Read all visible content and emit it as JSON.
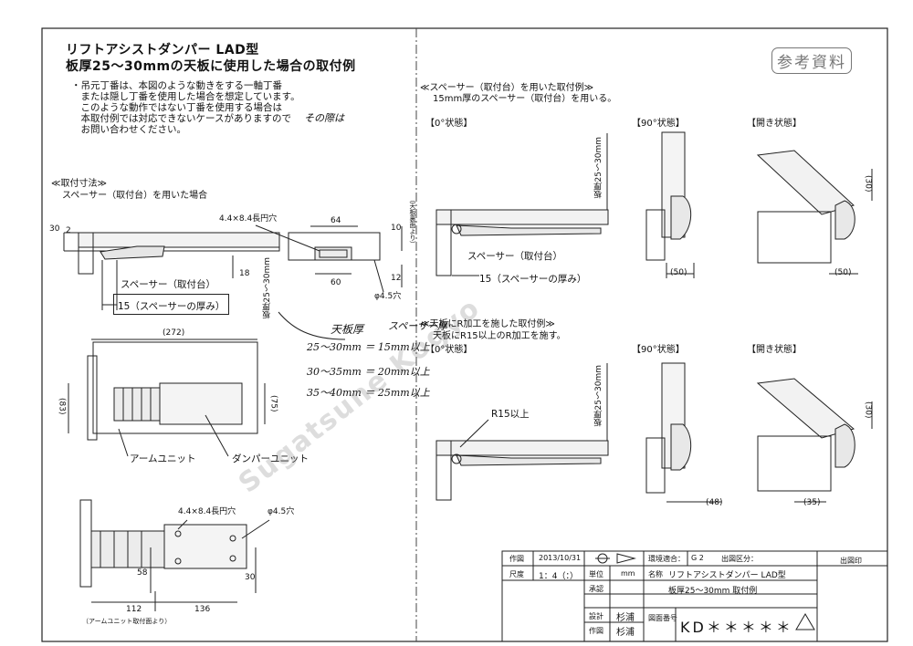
{
  "title": {
    "line1": "リフトアシストダンパー LAD型",
    "line2": "板厚25～30mmの天板に使用した場合の取付例"
  },
  "stamp": "参考資料",
  "notes": [
    "・吊元丁番は、本図のような動きをする一軸丁番",
    "　または隠し丁番を使用した場合を想定しています。",
    "　このような動作ではない丁番を使用する場合は",
    "　本取付例では対応できないケースがありますので",
    "　お問い合わせください。"
  ],
  "handwriting": {
    "note_add": "その際は",
    "header_left": "天板厚",
    "header_right": "スペーサー厚",
    "rows": [
      "25～30mm ＝ 15mm以上",
      "30～35mm ＝ 20mm以上",
      "35～40mm ＝ 25mm以上"
    ]
  },
  "watermark": "Sugatsune Kogyo",
  "left": {
    "section_title": "≪取付寸法≫",
    "section_sub": "スペーサー（取付台）を用いた場合",
    "labels": {
      "hole_long": "4.4×8.4長円穴",
      "spacer": "スペーサー（取付台）",
      "spacer_thickness": "15（スペーサーの厚み）",
      "board_thickness": "板厚25～30mm",
      "hole_round": "φ4.5穴",
      "plate_side": "（天板裏面より）",
      "arm_unit": "アームユニット",
      "damper_unit": "ダンパーユニット",
      "arm_ref": "（アームユニット取付面より）"
    },
    "dims": {
      "d30": "30",
      "d2": "2",
      "d18": "18",
      "d64": "64",
      "d60": "60",
      "d10": "10",
      "d12": "12",
      "d272": "(272)",
      "d83": "(83)",
      "d75": "(75)",
      "d58": "58",
      "d30b": "30",
      "d112": "112",
      "d136": "136"
    }
  },
  "right": {
    "section1_title": "≪スペーサー（取付台）を用いた取付例≫",
    "section1_sub": "15mm厚のスペーサー（取付台）を用いる。",
    "section2_title": "≪天板にR加工を施した取付例≫",
    "section2_sub": "天板にR15以上のR加工を施す。",
    "state0": "【0°状態】",
    "state90": "【90°状態】",
    "state_open": "【開き状態】",
    "board_thickness": "板厚25～30mm",
    "spacer": "スペーサー（取付台）",
    "spacer_thickness": "15（スペーサーの厚み）",
    "r15": "R15以上",
    "dims": {
      "d50a": "(50)",
      "d50b": "(50)",
      "d30": "(30)",
      "d48": "(48)",
      "d35": "(35)",
      "d30b": "(30)"
    }
  },
  "title_block": {
    "drawn_label": "作図",
    "drawn_date": "2013/10/31",
    "env_label": "環境適合：",
    "env_value": "G 2",
    "issue_label": "出図区分：",
    "issue_stamp": "出図印",
    "scale_label": "尺度",
    "scale_value": "1：4（：）",
    "unit_label": "単位",
    "unit_value": "mm",
    "name_label": "名称",
    "name_line1": "リフトアシストダンパー LAD型",
    "name_line2": "板厚25～30mm 取付例",
    "approve_label": "承認",
    "design_label": "設計",
    "design_name": "杉浦",
    "draw_label": "作図",
    "draw_name": "杉浦",
    "dwg_label": "図面番号",
    "dwg_value": "KD＊＊＊＊＊"
  }
}
